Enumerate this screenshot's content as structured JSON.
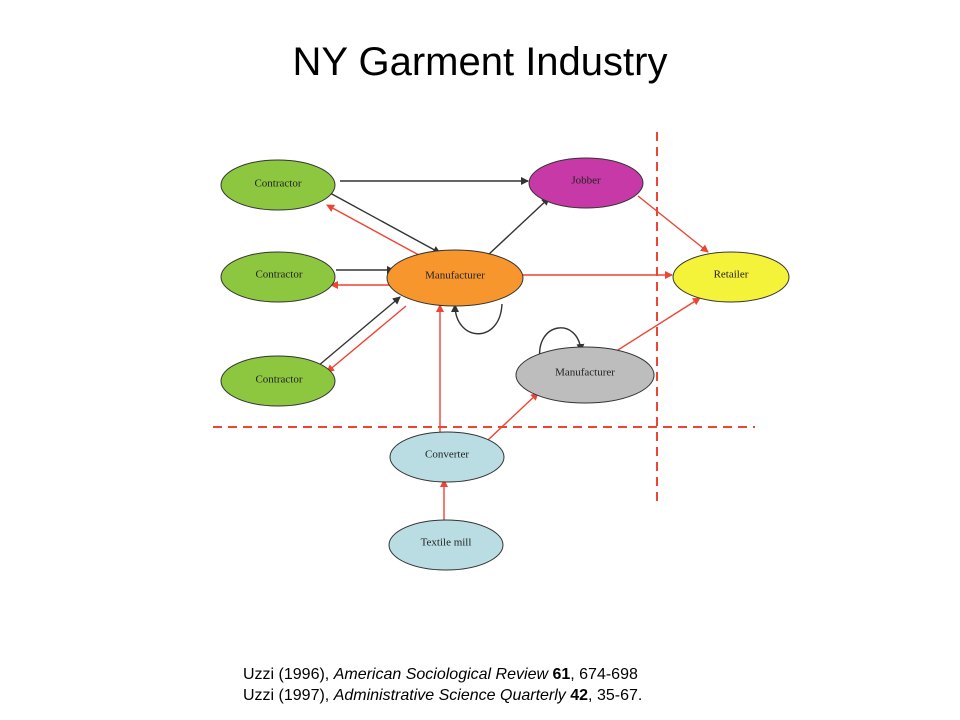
{
  "title": "NY Garment Industry",
  "colors": {
    "contractor": "#8dc63f",
    "jobber": "#c639a6",
    "manufacturer": "#f7962d",
    "manufacturer_gray": "#bdbdbd",
    "retailer": "#f5f23a",
    "converter": "#b9dde3",
    "arrow_black": "#333333",
    "arrow_red": "#ee4433",
    "boundary": "#ee4433"
  },
  "nodes": {
    "contractor_1": "Contractor",
    "contractor_2": "Contractor",
    "contractor_3": "Contractor",
    "jobber": "Jobber",
    "manufacturer_main": "Manufacturer",
    "retailer": "Retailer",
    "manufacturer_secondary": "Manufacturer",
    "converter": "Converter",
    "textile_mill": "Textile mill"
  },
  "citations": [
    {
      "prefix": "Uzzi (1996), ",
      "journal": "American Sociological Review",
      "volume": "61",
      "pages": ", 674-698"
    },
    {
      "prefix": "Uzzi (1997), ",
      "journal": "Administrative Science Quarterly",
      "volume": "42",
      "pages": ", 35-67."
    }
  ]
}
